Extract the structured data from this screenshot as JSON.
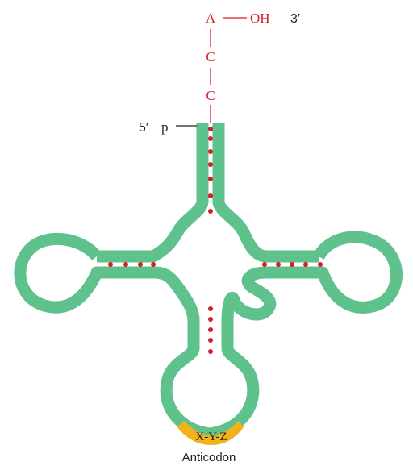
{
  "diagram": {
    "acceptor_nucleotides": [
      "A",
      "C",
      "C"
    ],
    "hydroxyl_label": "OH",
    "three_prime_label": "3′",
    "five_prime_label": "5′",
    "phosphate_label": "p",
    "anticodon_bases": "X-Y-Z",
    "anticodon_caption": "Anticodon",
    "colors": {
      "strand": "#5fc28c",
      "base_pair": "#d81e2c",
      "nucleotide_text": "#d81e2c",
      "anticodon": "#f2b21a",
      "text": "#222222"
    }
  }
}
